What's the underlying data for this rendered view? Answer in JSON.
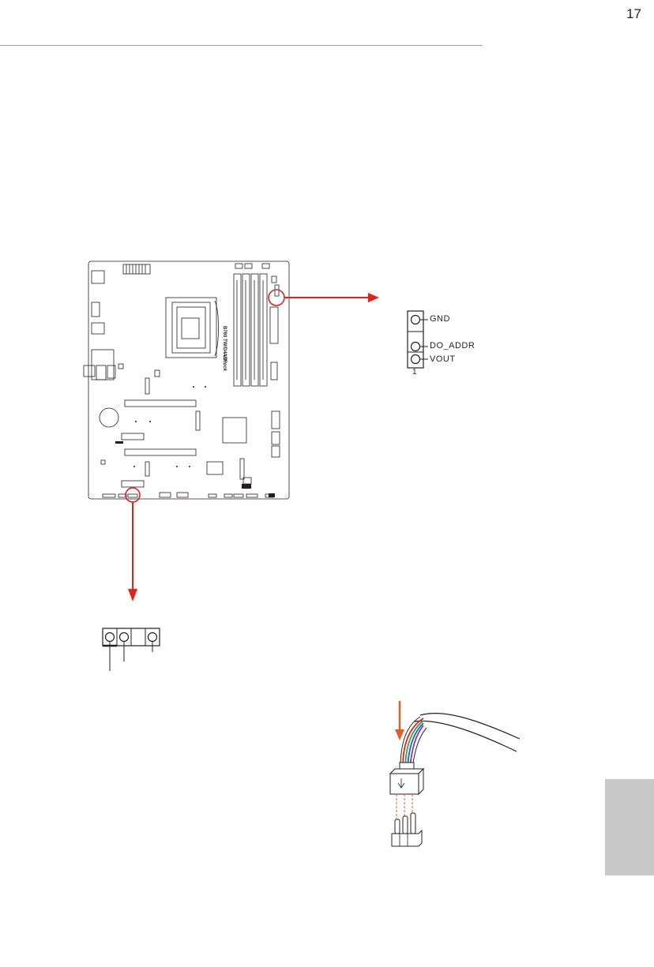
{
  "page": {
    "number": "17"
  },
  "board": {
    "model_text": "B760 TW/D4 V2",
    "brand_text": "ASRock"
  },
  "right_header": {
    "pins": [
      {
        "label": "GND"
      },
      {
        "label": "DO_ADDR"
      },
      {
        "label": "VOUT"
      }
    ],
    "pin1_marker": "1"
  },
  "colors": {
    "callout_red": "#e2231a",
    "orange_arrow": "#d9622b",
    "side_tab": "#c8c8c8",
    "wire_colors": [
      "#e2231a",
      "#2fa84f",
      "#2b59c3",
      "#7a3fa0"
    ]
  }
}
